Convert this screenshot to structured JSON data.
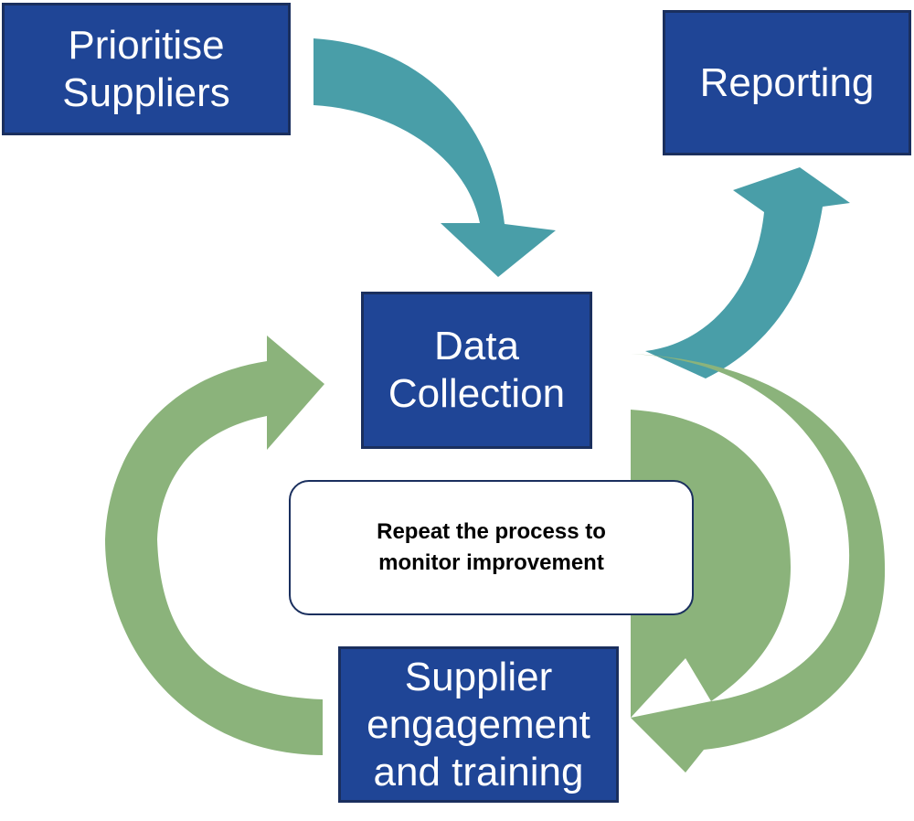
{
  "nodes": {
    "prioritise": "Prioritise\nSuppliers",
    "reporting": "Reporting",
    "data_collection": "Data\nCollection",
    "supplier_engagement": "Supplier\nengagement\nand training"
  },
  "note": "Repeat the process to\nmonitor improvement",
  "colors": {
    "box_fill": "#1f4596",
    "box_border": "#1a2f5e",
    "teal_arrow": "#499ea8",
    "green_arrow": "#8bb37b"
  },
  "icons": [
    "curved-arrow-icon"
  ]
}
